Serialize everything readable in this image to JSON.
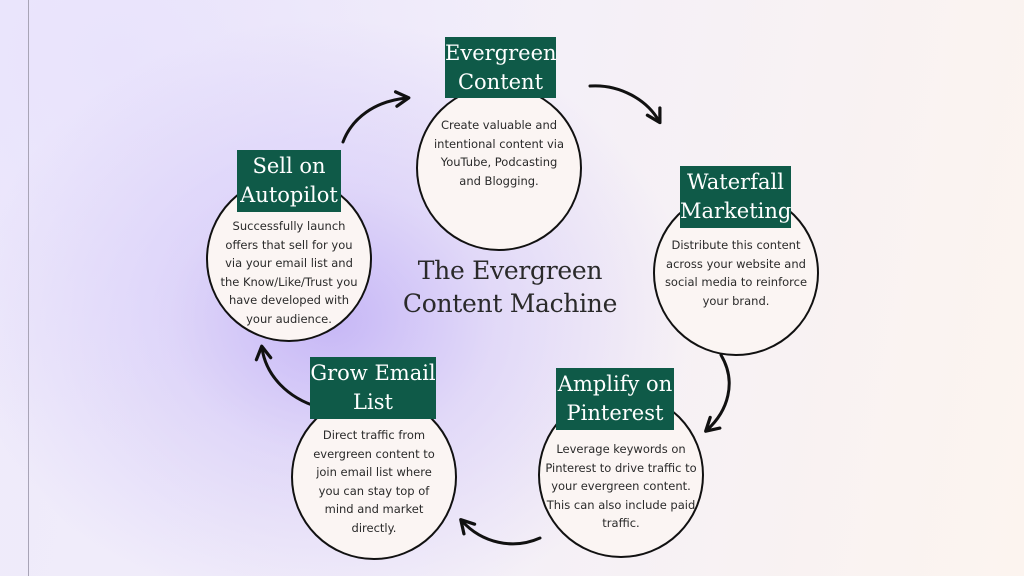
{
  "title": {
    "line1": "The Evergreen",
    "line2": "Content Machine"
  },
  "nodes": [
    {
      "label": [
        "Evergreen",
        "Content"
      ],
      "description": [
        "Create valuable and",
        "intentional content via",
        "YouTube, Podcasting",
        "and Blogging."
      ]
    },
    {
      "label": [
        "Waterfall",
        "Marketing"
      ],
      "description": [
        "Distribute this content",
        "across your website and",
        "social media to reinforce",
        "your brand."
      ]
    },
    {
      "label": [
        "Amplify on",
        "Pinterest"
      ],
      "description": [
        "Leverage keywords on",
        "Pinterest to drive traffic to",
        "your evergreen content.",
        "This can also include paid",
        "traffic."
      ]
    },
    {
      "label": [
        "Grow Email",
        "List"
      ],
      "description": [
        "Direct traffic from",
        "evergreen content to",
        "join email list where",
        "you can stay top of",
        "mind and market",
        "directly."
      ]
    },
    {
      "label": [
        "Sell on",
        "Autopilot"
      ],
      "description": [
        "Successfully launch",
        "offers that sell for you",
        "via your email list and",
        "the Know/Like/Trust you",
        "have developed with",
        "your audience."
      ]
    }
  ],
  "colors": {
    "label_bg": "#0f5a48",
    "circle_fill": "#fbf5f3",
    "stroke": "#111111"
  }
}
